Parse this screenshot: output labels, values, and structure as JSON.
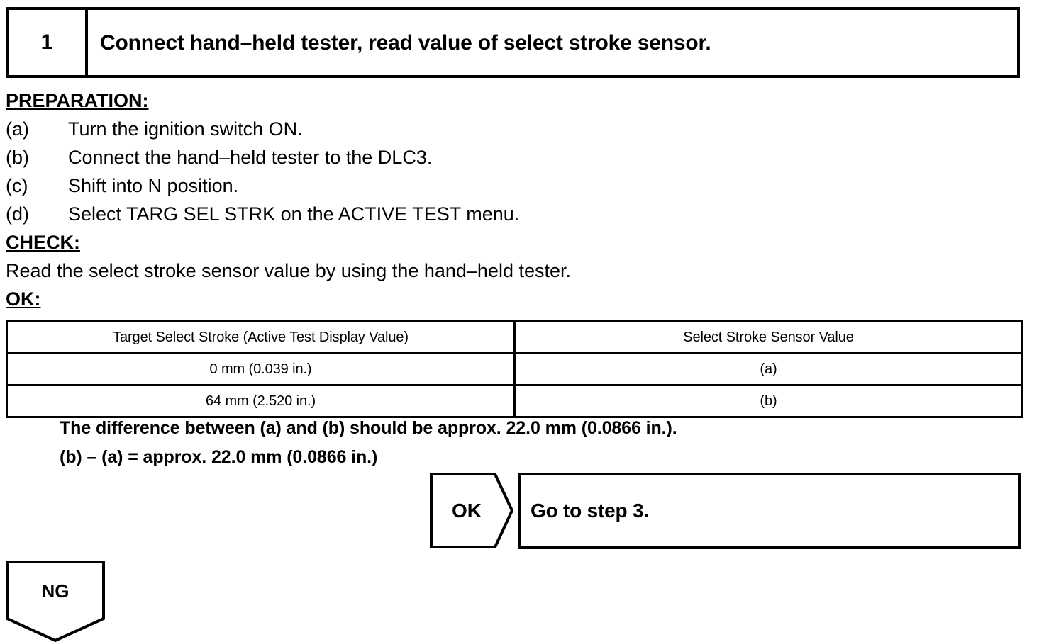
{
  "step": {
    "number": "1",
    "title": "Connect hand–held tester, read value of select stroke sensor."
  },
  "preparation": {
    "heading": "PREPARATION:",
    "items": [
      {
        "marker": "(a)",
        "text": "Turn the ignition switch ON."
      },
      {
        "marker": "(b)",
        "text": "Connect the hand–held tester to the DLC3."
      },
      {
        "marker": "(c)",
        "text": "Shift into N position."
      },
      {
        "marker": "(d)",
        "text": "Select TARG SEL STRK on the ACTIVE TEST menu."
      }
    ]
  },
  "check": {
    "heading": "CHECK:",
    "text": "Read the select stroke sensor value by using the hand–held tester."
  },
  "ok_section": {
    "heading": "OK:"
  },
  "spec_table": {
    "headers": [
      "Target Select Stroke (Active Test Display Value)",
      "Select Stroke Sensor Value"
    ],
    "rows": [
      [
        "0 mm (0.039 in.)",
        "(a)"
      ],
      [
        "64 mm (2.520 in.)",
        "(b)"
      ]
    ]
  },
  "difference_note": {
    "line1": "The difference between (a) and (b) should be approx. 22.0 mm (0.0866 in.).",
    "line2": "(b) – (a) = approx. 22.0 mm (0.0866 in.)"
  },
  "branches": {
    "ok": {
      "label": "OK",
      "result": "Go to step 3."
    },
    "ng": {
      "label": "NG"
    }
  },
  "colors": {
    "ink": "#000000",
    "paper": "#ffffff"
  }
}
